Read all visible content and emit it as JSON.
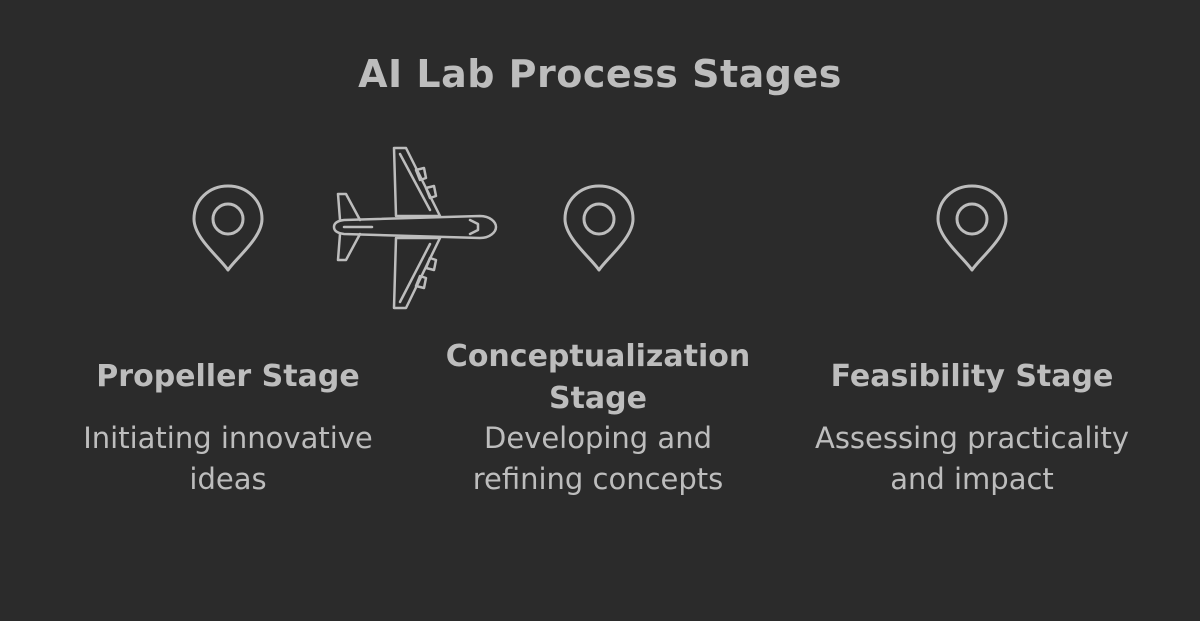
{
  "title": "AI Lab Process Stages",
  "colors": {
    "background": "#2b2b2b",
    "foreground": "#bdbdbd"
  },
  "icons": {
    "pin": "map-pin-icon",
    "plane": "airplane-icon"
  },
  "stages": [
    {
      "title": "Propeller Stage",
      "description": "Initiating innovative ideas"
    },
    {
      "title": "Conceptualization Stage",
      "description": "Developing and refining concepts"
    },
    {
      "title": "Feasibility Stage",
      "description": "Assessing practicality and impact"
    }
  ]
}
